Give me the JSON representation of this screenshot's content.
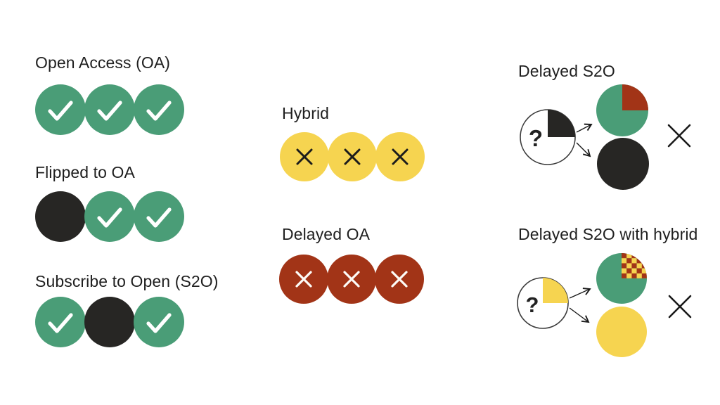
{
  "palette": {
    "green": "#4A9D77",
    "yellow": "#F6D450",
    "red": "#A23417",
    "dark": "#272624",
    "ink": "#1A1A1A",
    "text": "#1F1F1F",
    "background": "#FFFFFF"
  },
  "models": [
    {
      "label": "Open Access (OA)",
      "dots": [
        "green-check",
        "green-check",
        "green-check"
      ]
    },
    {
      "label": "Flipped to OA",
      "dots": [
        "closed-black",
        "green-check",
        "green-check"
      ]
    },
    {
      "label": "Subscribe to Open (S2O)",
      "dots": [
        "green-check",
        "closed-black",
        "green-check"
      ]
    },
    {
      "label": "Hybrid",
      "dots": [
        "yellow-cross",
        "yellow-cross",
        "yellow-cross"
      ]
    },
    {
      "label": "Delayed OA",
      "dots": [
        "red-cross",
        "red-cross",
        "red-cross"
      ]
    },
    {
      "label": "Delayed S2O",
      "question_mark": "?",
      "uncertain_slice": "black-quarter",
      "possible_outcomes": [
        "green-circle-with-red-quarter",
        "solid-black-circle"
      ],
      "verdict": "rejected-x"
    },
    {
      "label": "Delayed S2O with hybrid",
      "question_mark": "?",
      "uncertain_slice": "yellow-quarter",
      "possible_outcomes": [
        "green-circle-with-checkered-quarter",
        "solid-yellow-circle"
      ],
      "verdict": "rejected-x"
    }
  ]
}
